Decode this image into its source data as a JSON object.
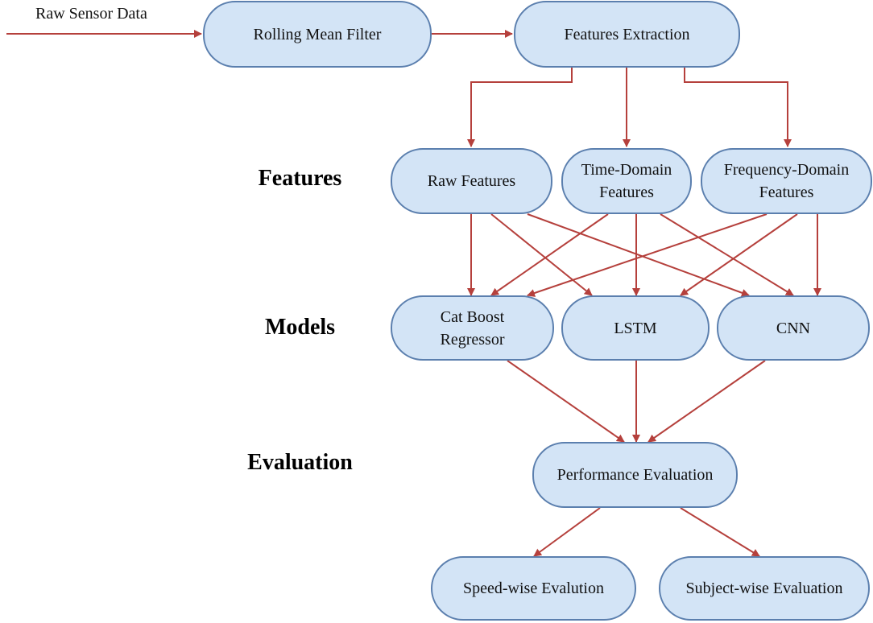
{
  "input_label": "Raw Sensor Data",
  "nodes": {
    "rolling_mean": "Rolling Mean Filter",
    "features_extraction": "Features Extraction",
    "raw_features": "Raw Features",
    "time_domain": "Time-Domain\nFeatures",
    "frequency_domain": "Frequency-Domain\nFeatures",
    "catboost": "Cat Boost\nRegressor",
    "lstm": "LSTM",
    "cnn": "CNN",
    "performance": "Performance Evaluation",
    "speed_wise": "Speed-wise Evalution",
    "subject_wise": "Subject-wise Evaluation"
  },
  "section_labels": {
    "features": "Features",
    "models": "Models",
    "evaluation": "Evaluation"
  },
  "colors": {
    "node_fill": "#d3e4f6",
    "node_border": "#5b7fae",
    "arrow": "#b5403c"
  }
}
